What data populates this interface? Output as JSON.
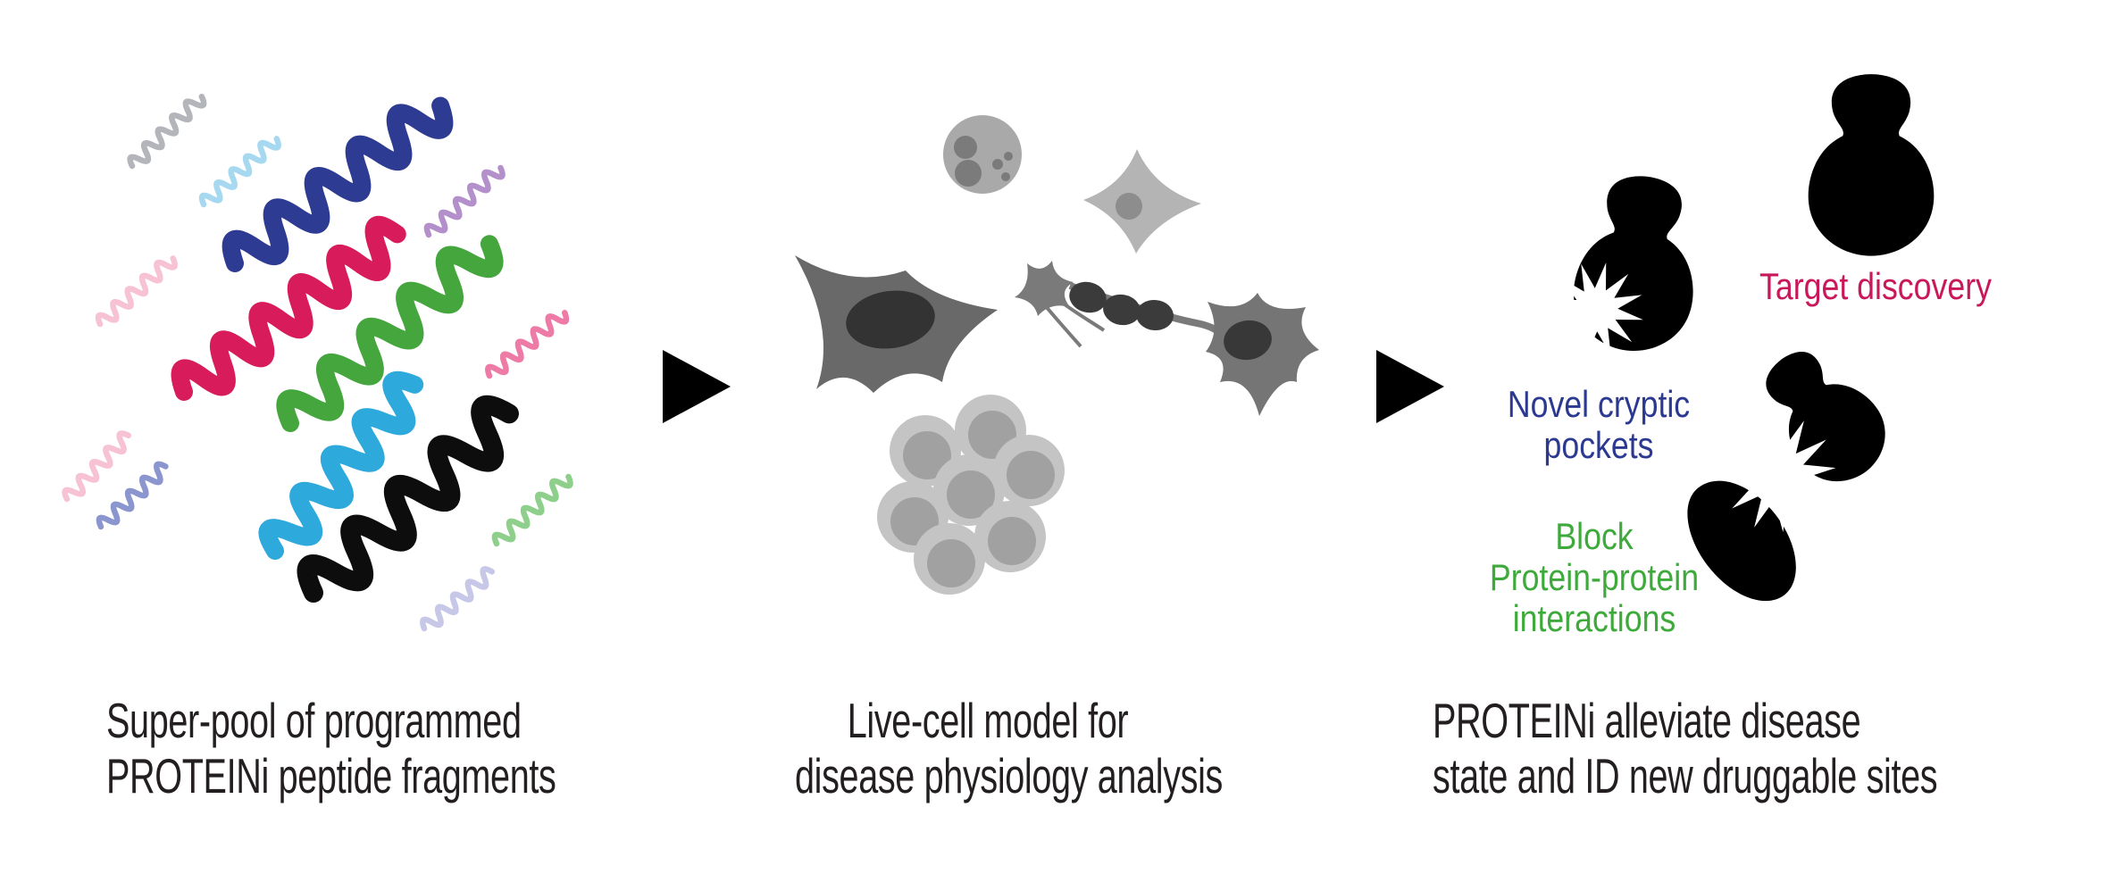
{
  "panels": [
    {
      "caption": [
        "Super-pool of programmed",
        "PROTEINi peptide fragments"
      ]
    },
    {
      "caption": [
        "Live-cell model for",
        "disease physiology analysis"
      ]
    },
    {
      "caption": [
        "PROTEINi alleviate disease",
        "state and ID new druggable sites"
      ]
    }
  ],
  "caption_color": "#231f20",
  "annotations": {
    "target_discovery": {
      "text": "Target discovery",
      "color": "#c9185a"
    },
    "novel_cryptic_pockets": {
      "lines": [
        "Novel cryptic",
        "pockets"
      ],
      "color": "#2b3990"
    },
    "block_ppi": {
      "lines": [
        "Block",
        "Protein-protein",
        "interactions"
      ],
      "color": "#3faa3c"
    }
  },
  "peptide_colors": {
    "navy": "#2e3b92",
    "crimson": "#d81b5b",
    "green": "#44a63d",
    "cyan": "#2ea9dc",
    "black": "#0d0d0d",
    "gray": "#b3b5ba",
    "light_blue": "#a6d9f0",
    "lavender": "#b38fcb",
    "light_pink": "#f6c2d4",
    "pink": "#ee7ba6",
    "periwinkle": "#8b96cf",
    "light_green": "#8ed08b",
    "light_lavender": "#c7c7e8"
  },
  "cell_colors": {
    "vesicle_cell_body": "#a9a9a9",
    "vesicle_cell_organelle": "#7b7b7b",
    "star_cell_body": "#b4b4b4",
    "star_cell_nucleus": "#8d8d8d",
    "astrocyte_body": "#696969",
    "astrocyte_nucleus": "#333333",
    "neuron_body": "#7a7a7a",
    "neuron_bead": "#3b3b3b",
    "spiky_cell_body": "#757575",
    "spiky_cell_nucleus": "#383838",
    "cluster_outer": "#c4c4c4",
    "cluster_inner": "#a1a1a1"
  },
  "protein_blob_color": "#000000",
  "starburst_color": "#ffffff",
  "arrow_color": "#000000"
}
